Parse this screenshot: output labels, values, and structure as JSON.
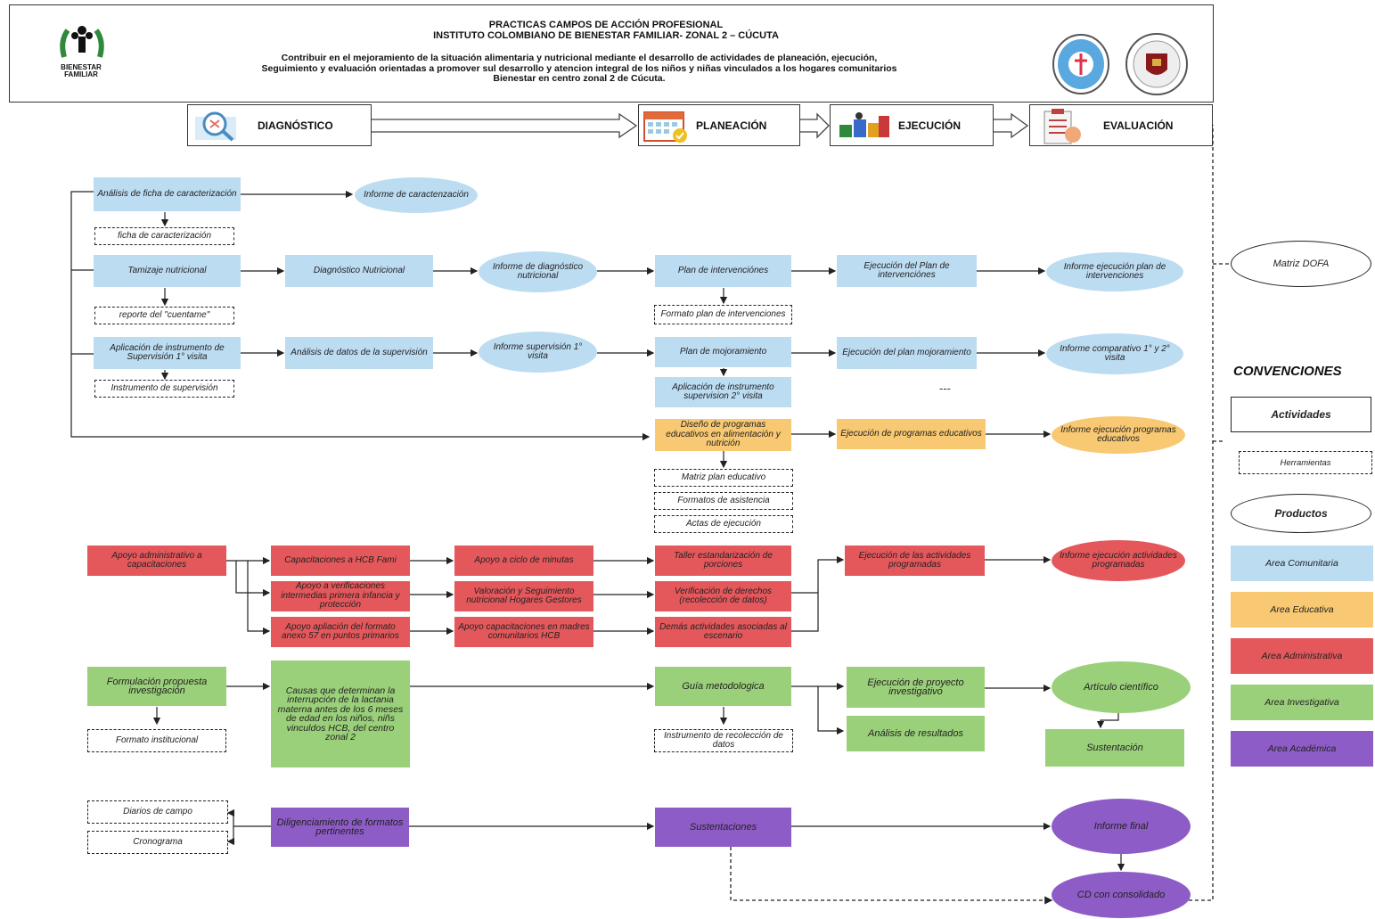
{
  "header": {
    "title_line1": "PRACTICAS CAMPOS DE ACCIÓN PROFESIONAL",
    "title_line2": "INSTITUTO COLOMBIANO DE BIENESTAR FAMILIAR- ZONAL 2 – CÚCUTA",
    "description_line1": "Contribuir en el mejoramiento de la situación alimentaria y nutricional mediante el desarrollo de actividades  de planeación, ejecución,",
    "description_line2": "Seguimiento y evaluación  orientadas a promover sul desarrollo y atencion integral  de los niños y niñas vinculados a los hogares comunitarios",
    "description_line3": "Bienestar en centro zonal 2 de Cúcuta.",
    "logo_text_line1": "BIENESTAR",
    "logo_text_line2": "FAMILIAR"
  },
  "phases": {
    "diagnostico": "DIAGNÓSTICO",
    "planeacion": "PLANEACIÓN",
    "ejecucion": "EJECUCIÓN",
    "evaluacion": "EVALUACIÓN"
  },
  "blue": {
    "analisis_ficha": "Análisis de ficha de caracterización",
    "informe_caract": "Informe de caractenzación",
    "ficha_caract": "ficha de caracterización",
    "tamizaje": "Tamizaje nutricional",
    "reporte_cuentame": "reporte del \"cuentame\"",
    "diag_nutricional": "Diagnóstico Nutricional",
    "informe_diag": "Informe de diagnóstico nutricional",
    "plan_interv": "Plan de intervenciónes",
    "formato_plan": "Formato plan de intervenciones",
    "ejec_plan_interv": "Ejecución del Plan de intervenciónes",
    "informe_ejec_plan": "Informe ejecución plan de intervenciones",
    "aplicacion_instr": "Aplicación de instrumento de Supervisión 1° visita",
    "instrumento_sup": "Instrumento de supervisión",
    "analisis_datos": "Análisis de datos de la supervisión",
    "informe_sup": "Informe supervisión 1° visita",
    "plan_mejoramiento": "Plan de mojoramiento",
    "aplicacion_2": "Aplicación de instrumento supervision 2° visita",
    "ejec_plan_mej": "Ejecución del plan mojoramiento",
    "informe_comp": "Informe comparativo 1° y 2° visita",
    "dots": "---"
  },
  "orange": {
    "diseno": "Diseño de programas educativos en alimentación y nutrición",
    "ejec_prog": "Ejecución de programas educativos",
    "informe_ejec_prog": "Informe ejecución programas educativos",
    "matriz_plan": "Matriz plan educativo",
    "formatos_asist": "Formatos de asistencia",
    "actas": "Actas de ejecución"
  },
  "red": {
    "apoyo_admin": "Apoyo administrativo a capacitaciones",
    "capacitaciones": "Capacitaciones a HCB Fami",
    "apoyo_verif": "Apoyo a verificaciones intermedias primera infancia y protección",
    "apoyo_anexo": "Apoyo apliación del formato anexo 57 en puntos primarios",
    "apoyo_ciclo": "Apoyo a ciclo de minutas",
    "valoracion": "Valoración y Seguimiento nutricional Hogares Gestores",
    "apoyo_cap_madres": "Apoyo capacitaciones en madres comunitarios HCB",
    "taller": "Taller estandarización de porciones",
    "verificacion": "Verificación de derechos (recolección de datos)",
    "demas": "Demás actividades asociadas al escenario",
    "ejec_actividades": "Ejecución de las actividades programadas",
    "informe_ejec_act": "Informe ejecución actividades programadas"
  },
  "green": {
    "formulacion": "Formulación propuesta investigación",
    "formato_inst": "Formato institucional",
    "causas": "Causas que determinan la interrupción de la lactania materna antes de los 6 meses de edad en los niños, niñs vinculdos HCB, del centro zonal 2",
    "guia": "Guía metodologica",
    "instrumento_rec": "Instrumento de recolección de datos",
    "ejec_proyecto": "Ejecución de proyecto investigativo",
    "analisis_res": "Análisis de resultados",
    "articulo": "Artículo científico",
    "sustentacion": "Sustentación"
  },
  "purple": {
    "diarios": "Diarios de campo",
    "cronograma": "Cronograma",
    "diligenciamiento": "Diligenciamiento de formatos pertinentes",
    "sustentaciones": "Sustentaciones",
    "informe_final": "Informe final",
    "cd": "CD con consolidado"
  },
  "matriz_dofa": "Matriz DOFA",
  "conventions": {
    "title": "CONVENCIONES",
    "actividades": "Actividades",
    "herramientas": "Herramientas",
    "productos": "Productos",
    "comunitaria": "Area Comunitaria",
    "educativa": "Area Educativa",
    "administrativa": "Area Administrativa",
    "investigativa": "Area Investigativa",
    "academica": "Area Académica"
  },
  "colors": {
    "comunitaria": "#bcdcf2",
    "educativa": "#f8c872",
    "administrativa": "#e4585c",
    "investigativa": "#9bd07a",
    "academica": "#8e5cc6"
  }
}
